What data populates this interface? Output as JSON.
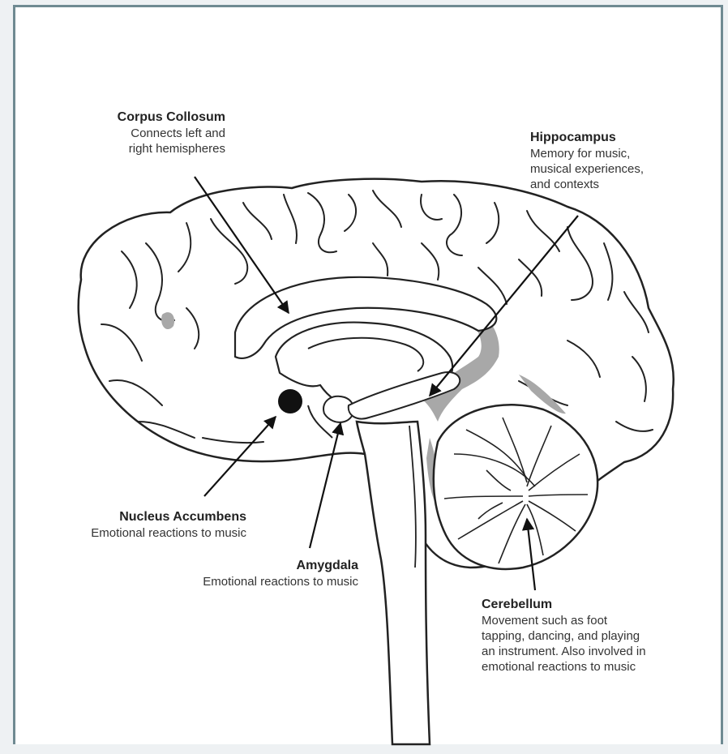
{
  "labels": {
    "corpus": {
      "title": "Corpus Collosum",
      "desc": "Connects left and\nright hemispheres"
    },
    "hippocampus": {
      "title": "Hippocampus",
      "desc": "Memory for music,\nmusical experiences,\nand contexts"
    },
    "nucleus": {
      "title": "Nucleus Accumbens",
      "desc": "Emotional reactions to music"
    },
    "amygdala": {
      "title": "Amygdala",
      "desc": "Emotional reactions to music"
    },
    "cerebellum": {
      "title": "Cerebellum",
      "desc": "Movement such as foot\ntapping, dancing, and playing\nan instrument. Also involved in\nemotional reactions to music"
    }
  },
  "colors": {
    "outline": "#222222",
    "shade": "#a8a8a8",
    "frame": "#6f8a92"
  }
}
